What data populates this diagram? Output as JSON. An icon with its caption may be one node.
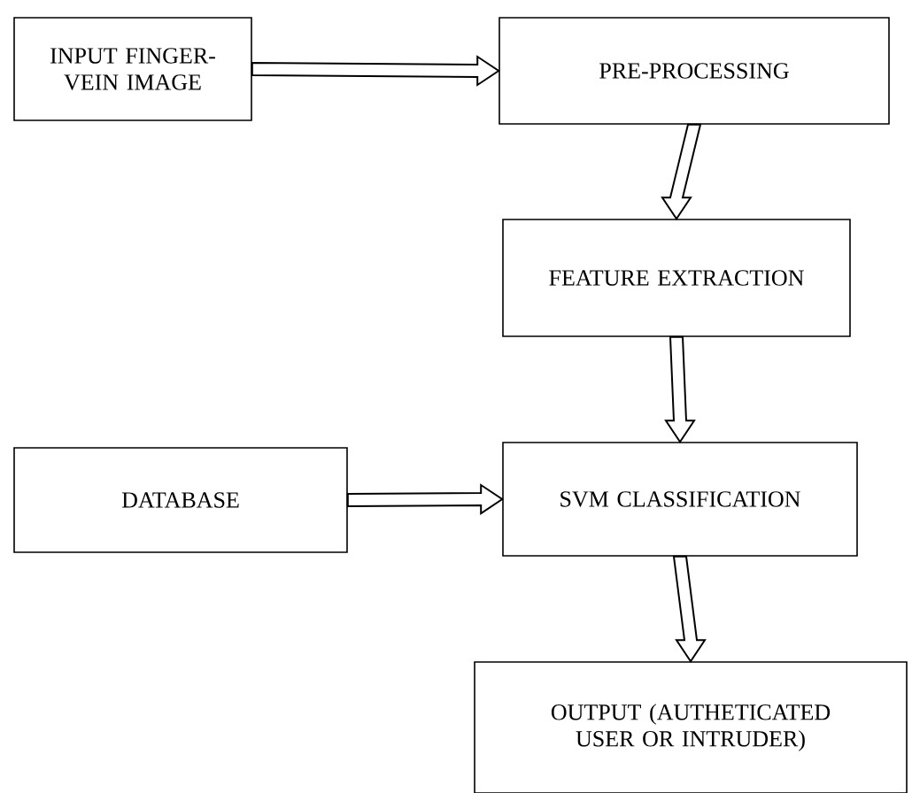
{
  "diagram": {
    "nodes": [
      {
        "text": [
          "INPUT FINGER-VEIN IMAGE"
        ]
      },
      {
        "text": [
          "PRE-PROCESSING"
        ]
      },
      {
        "text": [
          "FEATURE EXTRACTION"
        ]
      },
      {
        "text": [
          "DATABASE"
        ]
      },
      {
        "text": [
          "SVM CLASSIFICATION"
        ]
      },
      {
        "text": [
          "OUTPUT (AUTHETICATED USER OR INTRUDER)"
        ]
      }
    ],
    "edges": [
      {
        "from": 0,
        "to": 1,
        "arrow": "to"
      },
      {
        "from": 1,
        "to": 2,
        "arrow": "to"
      },
      {
        "from": 2,
        "to": 4,
        "arrow": "to"
      },
      {
        "from": 3,
        "to": 4,
        "arrow": "to"
      },
      {
        "from": 4,
        "to": 5,
        "arrow": "to"
      }
    ]
  }
}
